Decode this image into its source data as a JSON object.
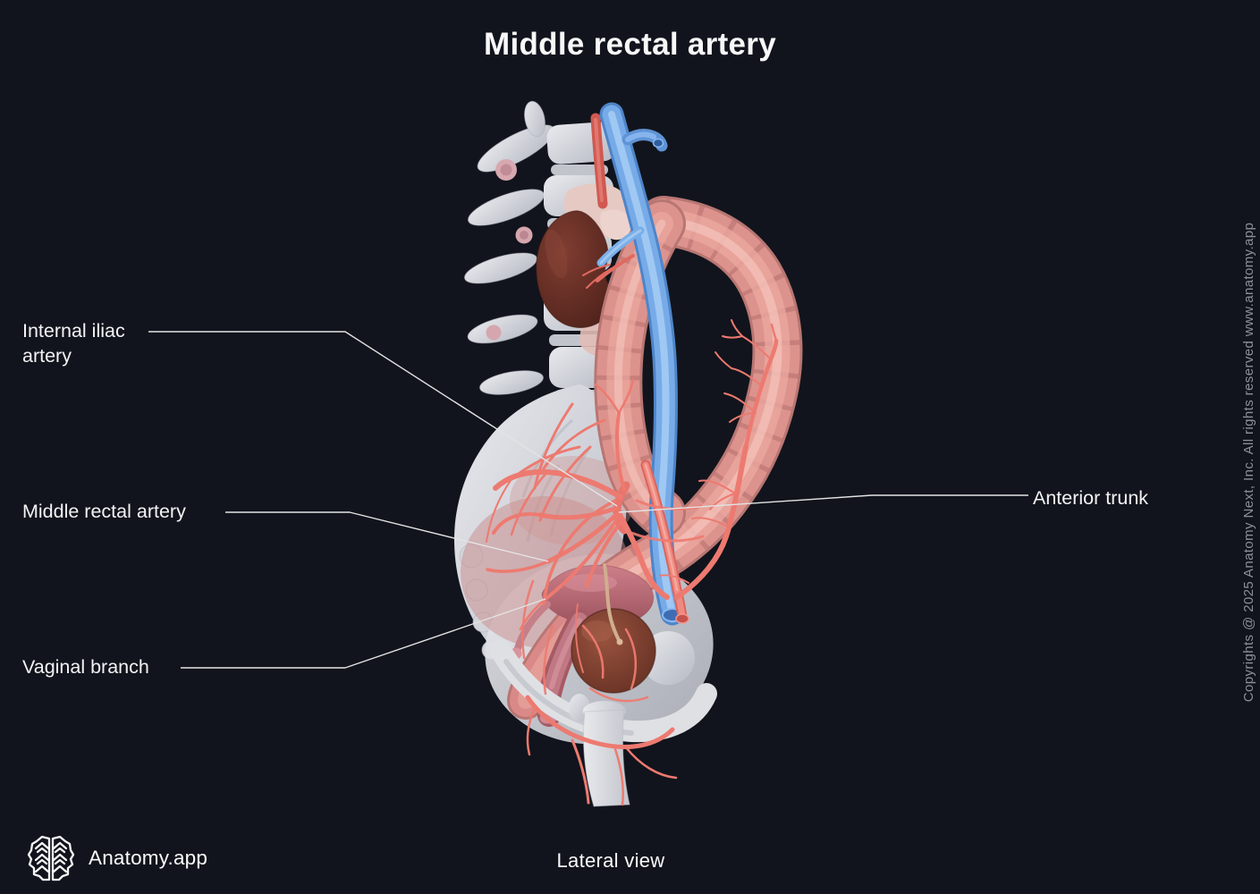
{
  "title": "Middle rectal artery",
  "view_caption": "Lateral view",
  "brand": {
    "name": "Anatomy.app",
    "logo_icon": "brain-icon"
  },
  "copyright_notice": "Copyrights @ 2025 Anatomy Next, Inc. All rights reserved www.anatomy.app",
  "annotations": {
    "internal_iliac": {
      "text": "Internal iliac artery"
    },
    "middle_rectal": {
      "text": "Middle rectal artery"
    },
    "vaginal_branch": {
      "text": "Vaginal branch"
    },
    "anterior_trunk": {
      "text": "Anterior trunk"
    }
  },
  "colors": {
    "background": "#11141c",
    "title_text": "#f8f8f9",
    "label_text": "#f2f3f5",
    "leader_line": "#e3e3e3",
    "copyright_text": "#8d9096",
    "bone": "#d9dade",
    "kidney": "#5f2a23",
    "colon": "#dd938d",
    "vein_blue": "#77abe8",
    "artery_red": "#ed7a70",
    "uterus": "#c4707c",
    "bladder": "#874538"
  }
}
